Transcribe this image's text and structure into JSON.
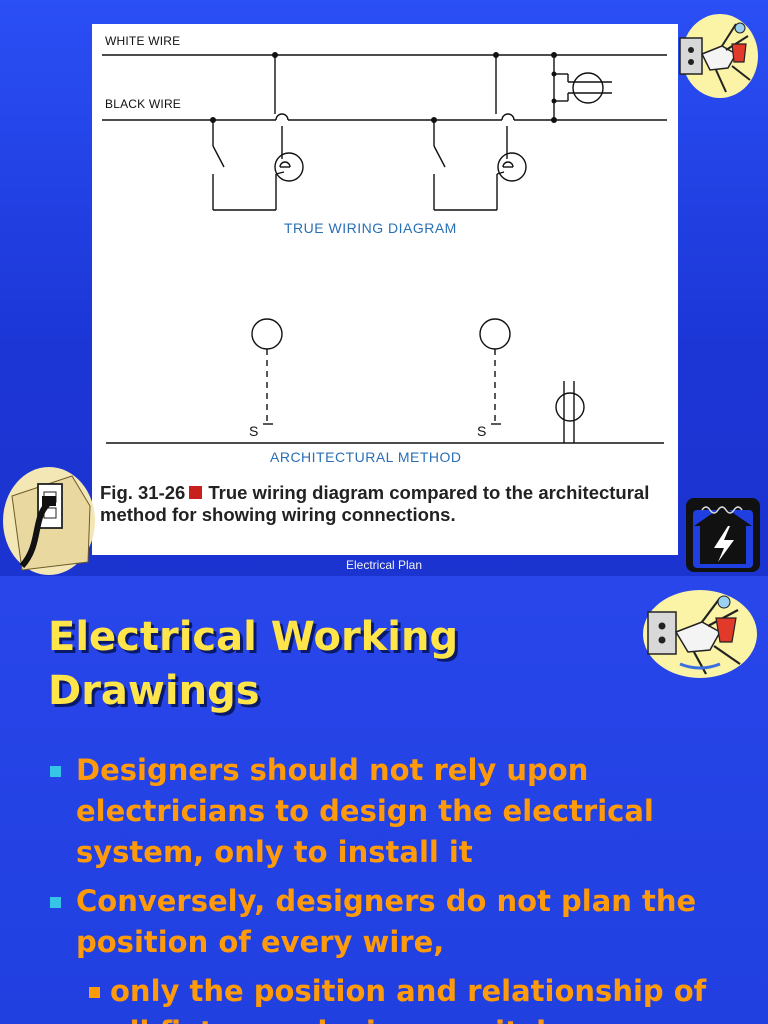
{
  "slide1": {
    "figure": {
      "white_wire_label": "WHITE WIRE",
      "black_wire_label": "BLACK WIRE",
      "true_wiring_caption": "TRUE WIRING DIAGRAM",
      "architectural_caption": "ARCHITECTURAL METHOD",
      "switch_symbol_1": "S",
      "switch_symbol_2": "S",
      "caption_number": "Fig. 31-26",
      "caption_text": "True wiring diagram compared to the architectural method for showing wiring connections."
    },
    "footer": "Electrical Plan",
    "icons": [
      "plug-cartoon-icon",
      "wall-outlet-icon",
      "house-lightning-icon"
    ],
    "colors": {
      "background": "#1f3fe0",
      "caption_blue": "#2a6fb6",
      "caption_square": "#c8201c"
    }
  },
  "slide2": {
    "title": "Electrical Working Drawings",
    "bullets": [
      "Designers should not rely upon electricians to design the electrical system, only to install it",
      "Conversely, designers do not plan the position of every wire,"
    ],
    "sub_bullets": [
      "only the position and relationship of all fixtures, devices, switches"
    ],
    "icons": [
      "plug-cartoon-icon"
    ],
    "colors": {
      "title": "#ffe44a",
      "bullet_text": "#ff9a0a",
      "bullet_marker": "#36c5e6"
    }
  }
}
